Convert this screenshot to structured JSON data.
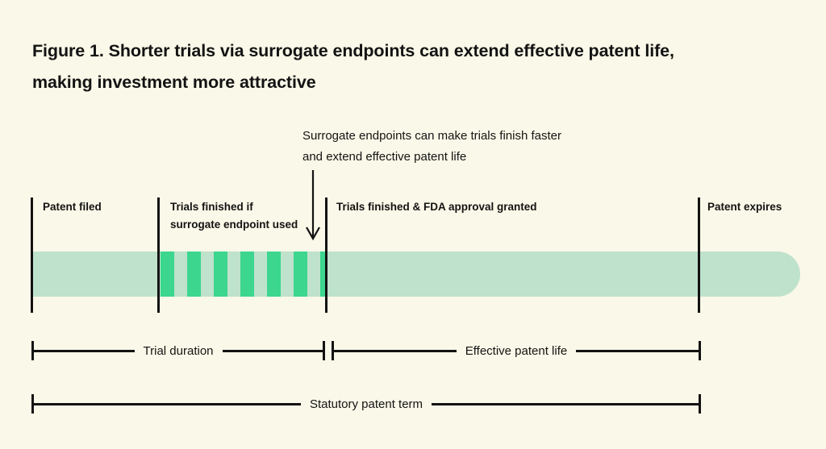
{
  "figure": {
    "title_line1": "Figure 1. Shorter trials via surrogate endpoints can extend effective patent life,",
    "title_line2": "making investment more attractive"
  },
  "annotation": {
    "line1": "Surrogate endpoints can make trials finish faster",
    "line2": "and extend effective patent life"
  },
  "timeline": {
    "markers": [
      {
        "label": "Patent filed"
      },
      {
        "lines": [
          "Trials finished if",
          "surrogate endpoint used"
        ]
      },
      {
        "label": "Trials finished & FDA approval granted"
      },
      {
        "label": "Patent expires"
      }
    ]
  },
  "measures": {
    "trial_duration": "Trial duration",
    "effective_patent_life": "Effective patent life",
    "statutory_patent_term": "Statutory patent term"
  },
  "colors": {
    "background": "#FAF8E8",
    "bar_light": "#BFE2CC",
    "bar_stripe": "#3CD68F",
    "ink": "#131313"
  }
}
